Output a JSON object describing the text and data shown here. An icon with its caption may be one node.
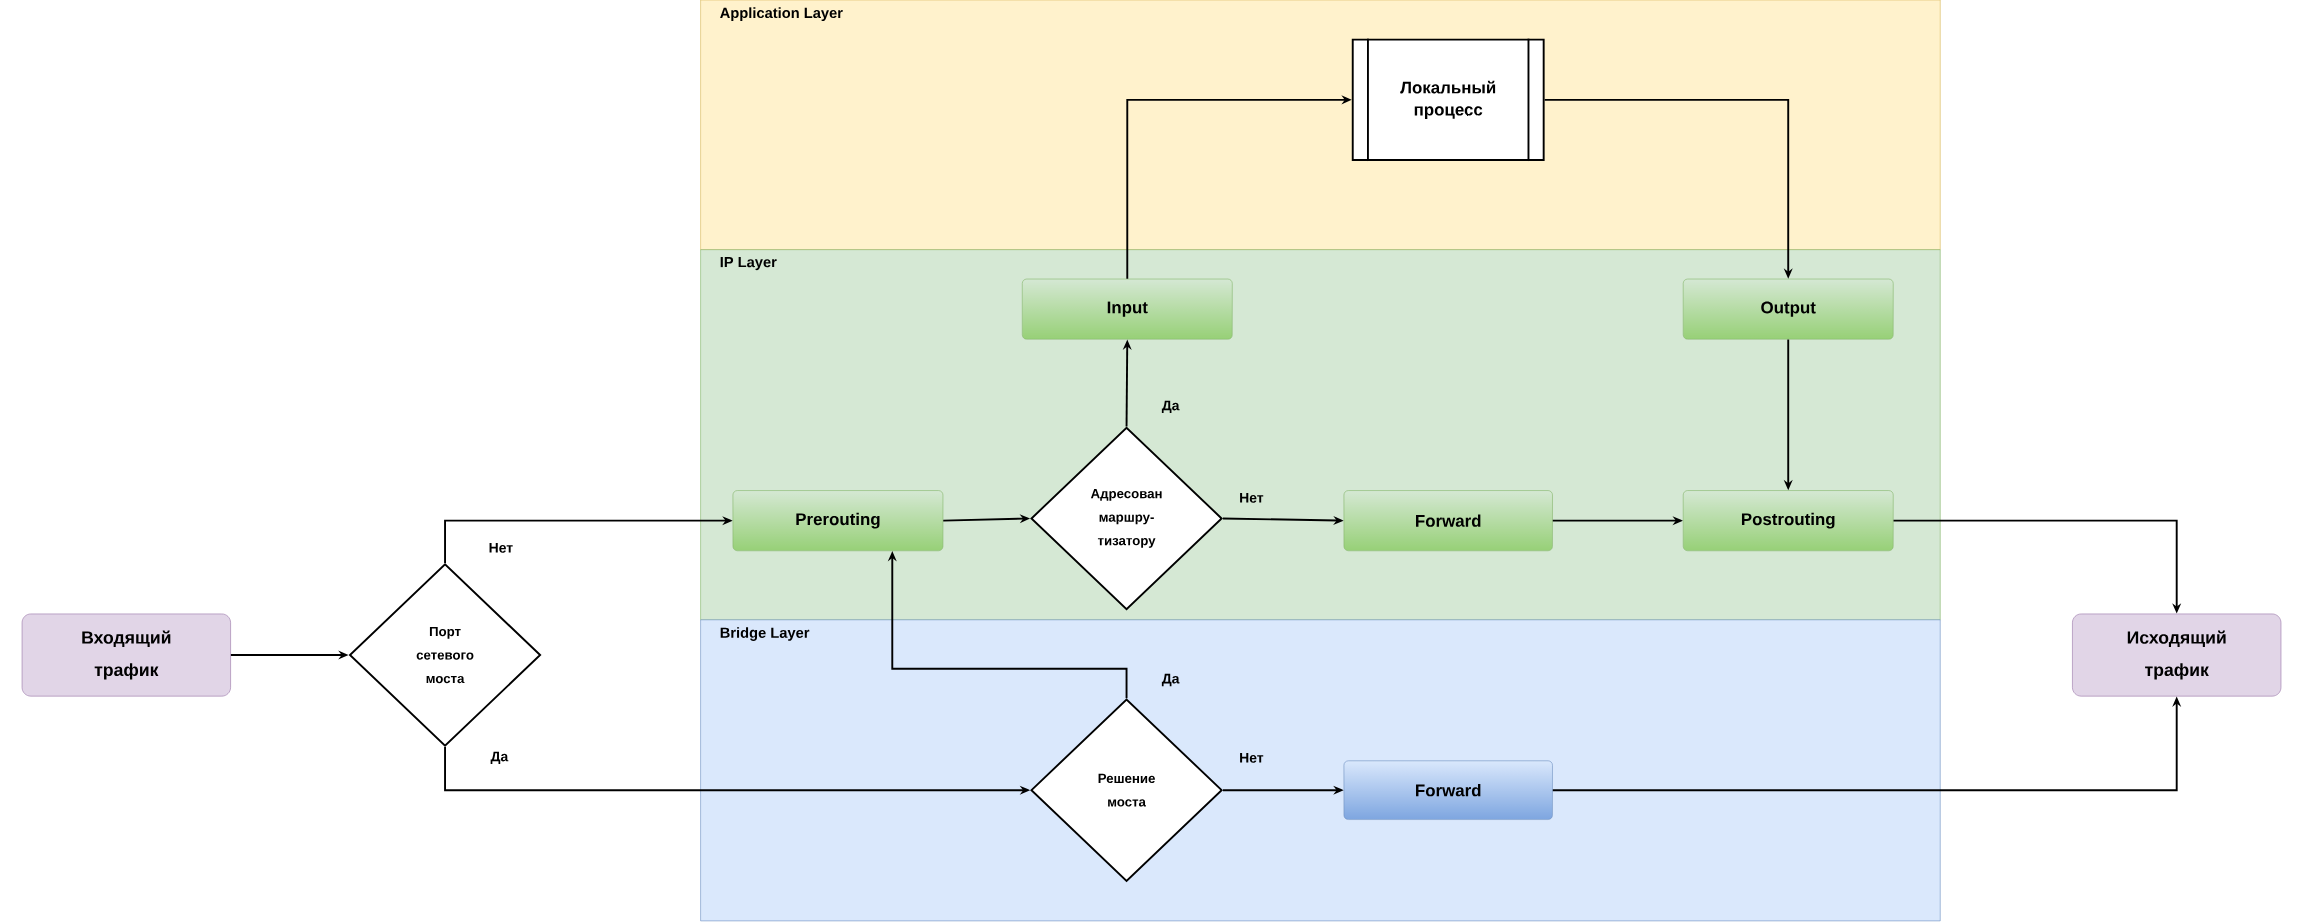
{
  "diagram": {
    "nodes": [
      {
        "text": [
          "Application Layer"
        ]
      },
      {
        "text": [
          "Локальный процесс"
        ],
        "in": 0
      },
      {
        "text": [
          "IP Layer"
        ]
      },
      {
        "text": [
          "Input"
        ],
        "in": 2
      },
      {
        "text": [
          "Output"
        ],
        "in": 2
      },
      {
        "text": [
          "Prerouting"
        ],
        "in": 2
      },
      {
        "text": [
          "Адресован маршру-тизатору"
        ],
        "in": 2
      },
      {
        "text": [
          "Forward"
        ],
        "in": 2
      },
      {
        "text": [
          "Postrouting"
        ],
        "in": 2
      },
      {
        "text": [
          "Bridge Layer"
        ]
      },
      {
        "text": [
          "Решение моста"
        ],
        "in": 9
      },
      {
        "text": [
          "Forward"
        ],
        "in": 9
      },
      {
        "text": [
          "Входящий трафик"
        ]
      },
      {
        "text": [
          "Порт сетевого моста"
        ]
      },
      {
        "text": [
          "Исходящий трафик"
        ]
      }
    ],
    "edges": [
      {
        "from": 12,
        "to": 13,
        "arrow": "to"
      },
      {
        "from": 13,
        "to": 5,
        "arrow": "to",
        "label": "Нет"
      },
      {
        "from": 13,
        "to": 10,
        "arrow": "to",
        "label": "Да"
      },
      {
        "from": 5,
        "to": 6,
        "arrow": "to"
      },
      {
        "from": 6,
        "to": 3,
        "arrow": "to",
        "label": "Да"
      },
      {
        "from": 6,
        "to": 7,
        "arrow": "to",
        "label": "Нет"
      },
      {
        "from": 3,
        "to": 1,
        "arrow": "to"
      },
      {
        "from": 1,
        "to": 4,
        "arrow": "to"
      },
      {
        "from": 4,
        "to": 8,
        "arrow": "to"
      },
      {
        "from": 7,
        "to": 8,
        "arrow": "to"
      },
      {
        "from": 8,
        "to": 14,
        "arrow": "to"
      },
      {
        "from": 10,
        "to": 5,
        "arrow": "to",
        "label": "Да"
      },
      {
        "from": 10,
        "to": 11,
        "arrow": "to",
        "label": "Нет"
      },
      {
        "from": 11,
        "to": 14,
        "arrow": "to"
      }
    ]
  }
}
